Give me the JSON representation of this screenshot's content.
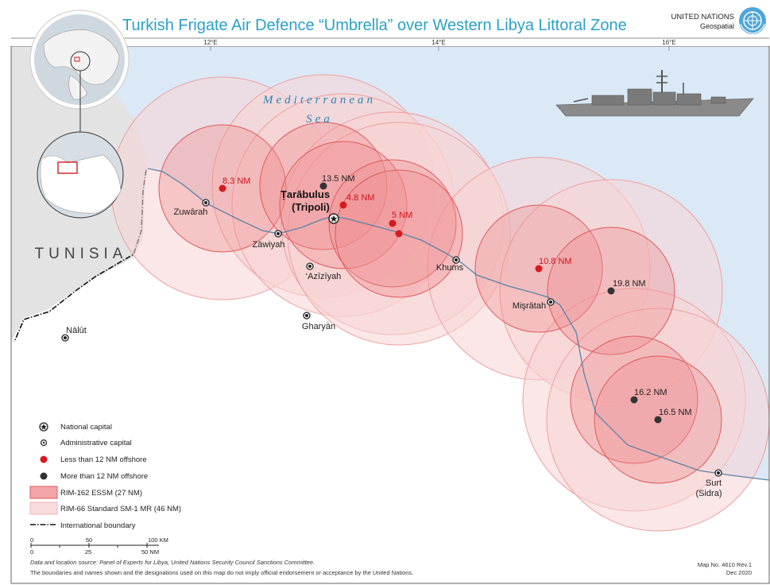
{
  "title": "Turkish Frigate Air Defence “Umbrella” over Western Libya Littoral Zone",
  "publisher": {
    "line1": "UNITED NATIONS",
    "line2": "Geospatial"
  },
  "grid_labels": [
    "12°E",
    "14°E",
    "16°E"
  ],
  "water_label": {
    "line1": "Mediterranean",
    "line2": "Sea"
  },
  "country_label": "TUNISIA",
  "places": {
    "capital": {
      "line1": "Ṭarābulus",
      "line2": "(Tripoli)"
    },
    "zuwarah": "Zuwārah",
    "zawiyah": "Zāwiyah",
    "aziziyah": "‘Azīzīyah",
    "gharyan": "Gharyān",
    "nalut": "Nālūt",
    "khums": "Khums",
    "misratah": "Mişrātah",
    "surt": {
      "line1": "Surt",
      "line2": "(Sidra)"
    }
  },
  "ship_positions": {
    "p1": "8.3 NM",
    "p2": "13.5 NM",
    "p3": "4.8 NM",
    "p4": "5 NM",
    "p5": "10.8 NM",
    "p6": "19.8 NM",
    "p7": "16.2 NM",
    "p8": "16.5 NM"
  },
  "legend": {
    "national_capital": "National capital",
    "admin_capital": "Administrative capital",
    "less_12": "Less than 12 NM offshore",
    "more_12": "More than 12 NM offshore",
    "essm": "RIM-162 ESSM (27 NM)",
    "sm1": "RIM-66 Standard SM-1 MR (46 NM)",
    "boundary": "International boundary"
  },
  "scale": {
    "km_ticks": [
      "0",
      "50",
      "100 KM"
    ],
    "nm_ticks": [
      "0",
      "25",
      "50 NM"
    ]
  },
  "footer": {
    "source": "Data and location source: Panel of Experts for Libya, United Nations Security Council Sanctions Committee.",
    "disclaimer": "The boundaries and names shown and the designations used on this map do not imply official endorsement or acceptance by the United Nations.",
    "map_no": "Map No. 4610 Rev.1",
    "date": "Dec 2020"
  },
  "colors": {
    "title": "#2aa1c8",
    "sea": "#dbe8f5",
    "land": "#ffffff",
    "tunisia": "#e3e3e3",
    "essm_fill": "#f08f91",
    "sm1_fill": "#f8d3d3",
    "less_12": "#d81a1f",
    "more_12": "#333333",
    "coast": "#5a82a6"
  },
  "icons": [
    "un-emblem-icon",
    "globe-locator-icon",
    "libya-inset-icon",
    "frigate-icon",
    "star-circle-icon",
    "dot-circle-icon"
  ]
}
